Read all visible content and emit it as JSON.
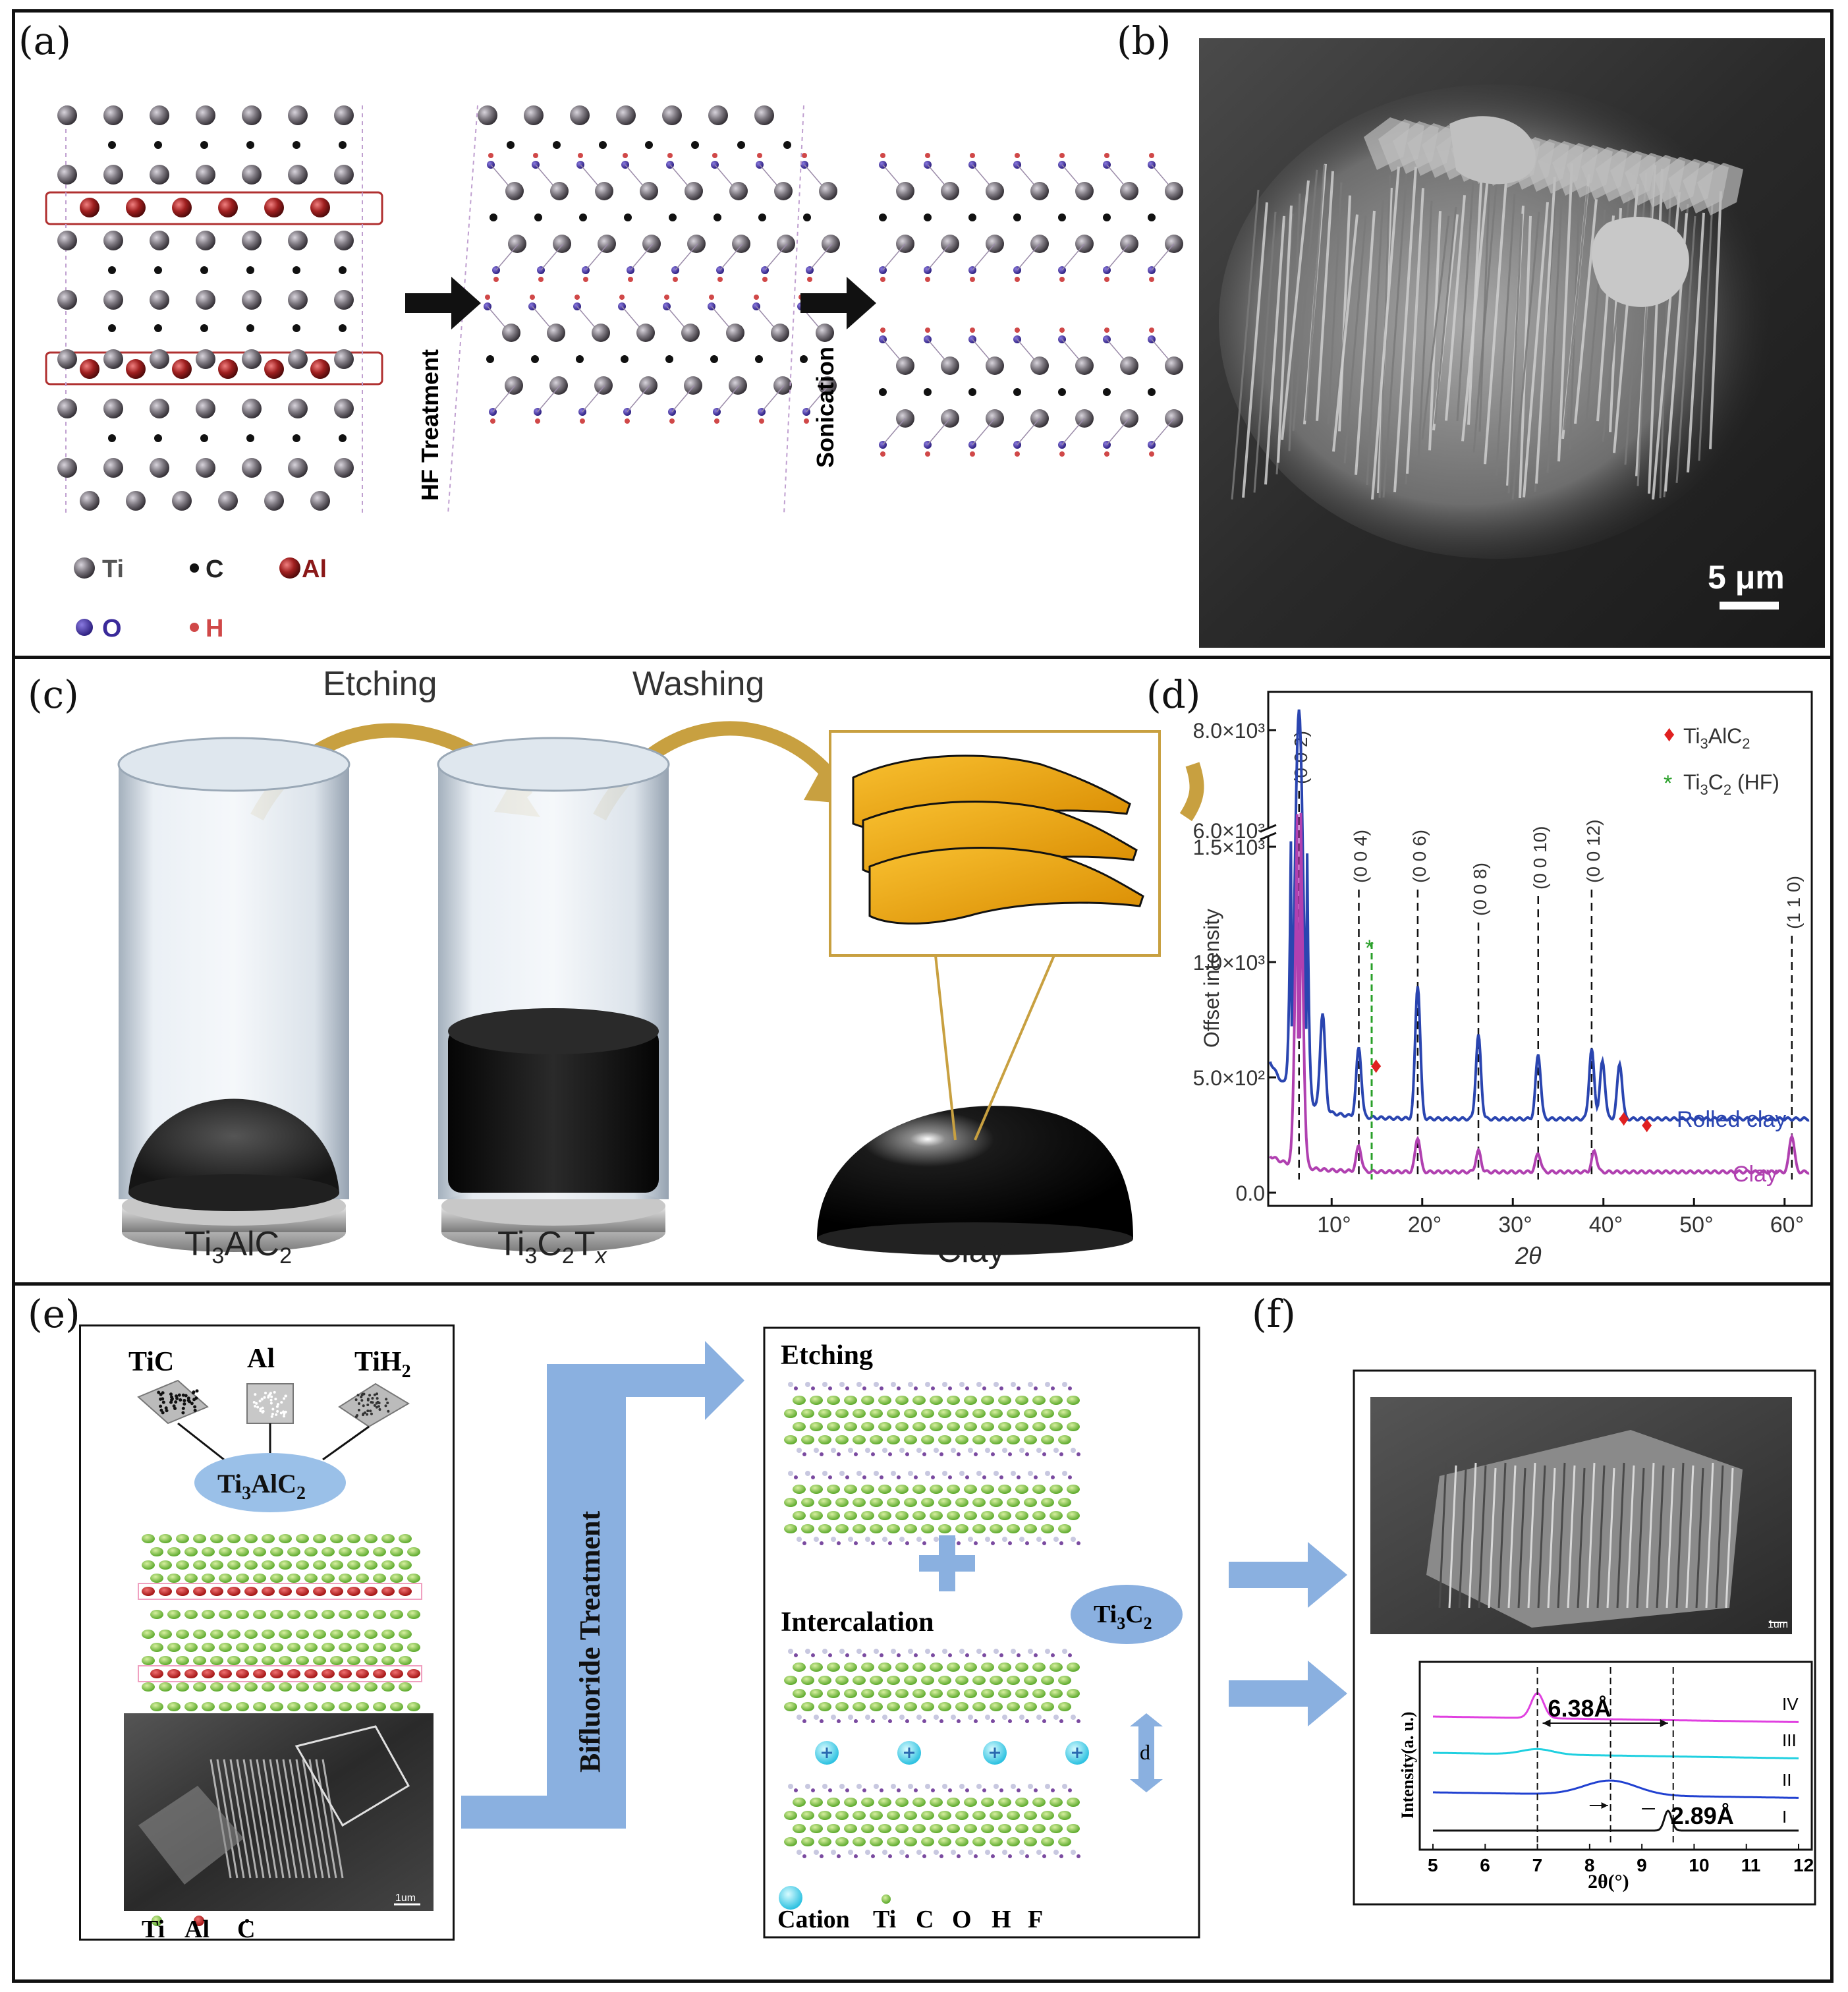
{
  "panels": {
    "a": {
      "label": "(a)",
      "step1": "HF Treatment",
      "step2": "Sonication",
      "legend": [
        {
          "sym": "Ti",
          "color": "#7d7880"
        },
        {
          "sym": "C",
          "color": "#111111"
        },
        {
          "sym": "Al",
          "color": "#a02020"
        },
        {
          "sym": "O",
          "color": "#3a2a9a"
        },
        {
          "sym": "H",
          "color": "#d04848"
        }
      ]
    },
    "b": {
      "label": "(b)",
      "scale": "5 μm"
    },
    "c": {
      "label": "(c)",
      "etching": "Etching",
      "washing": "Washing",
      "v1": "Ti3AlC2",
      "v2": "Ti3C2Tx",
      "v3": "‘Clay’"
    },
    "d": {
      "label": "(d)"
    },
    "e": {
      "label": "(e)",
      "precursors": [
        "TiC",
        "Al",
        "TiH2"
      ],
      "product": "Ti3AlC2",
      "legend": [
        "Ti",
        "Al",
        "C"
      ],
      "treatment": "Bifluoride Treatment",
      "etching": "Etching",
      "intercalation": "Intercalation",
      "ti3c2": "Ti3C2",
      "d": "d",
      "legend2": [
        "Cation",
        "Ti",
        "C",
        "O",
        "H",
        "F"
      ],
      "sem_scale": "1um"
    },
    "f": {
      "label": "(f)",
      "sem_scale": "1um"
    }
  },
  "chart_data": [
    {
      "type": "line",
      "panel": "d",
      "xlabel": "2θ",
      "ylabel": "Offset intensity",
      "xlim": [
        3,
        63
      ],
      "x_ticks": [
        "10°",
        "20°",
        "30°",
        "40°",
        "50°",
        "60°"
      ],
      "y_ticks": [
        "0.0",
        "5.0×10²",
        "1.0×10³",
        "1.5×10³",
        "6.0×10³",
        "8.0×10³"
      ],
      "legend": [
        {
          "marker": "♦",
          "color": "#e02020",
          "label": "Ti3AlC2"
        },
        {
          "marker": "*",
          "color": "#2aa02a",
          "label": "Ti3C2 (HF)"
        }
      ],
      "series": [
        {
          "name": "Rolled clay",
          "color": "#2a45b0",
          "peaks": [
            [
              6.4,
              8000
            ],
            [
              9.0,
              420
            ],
            [
              13.0,
              300
            ],
            [
              19.5,
              580
            ],
            [
              26.2,
              360
            ],
            [
              32.8,
              280
            ],
            [
              38.7,
              300
            ],
            [
              39.9,
              250
            ],
            [
              41.8,
              240
            ]
          ]
        },
        {
          "name": "Clay",
          "color": "#b040b0",
          "peaks": [
            [
              6.4,
              1800
            ],
            [
              13.0,
              110
            ],
            [
              19.5,
              150
            ],
            [
              26.2,
              90
            ],
            [
              32.8,
              80
            ],
            [
              39.0,
              90
            ],
            [
              60.8,
              160
            ]
          ]
        }
      ],
      "annotations": [
        "(0 0 2)",
        "(0 0 4)",
        "(0 0 6)",
        "(0 0 8)",
        "(0 0 10)",
        "(0 0 12)",
        "(1 1 0)"
      ]
    },
    {
      "type": "line",
      "panel": "f",
      "xlabel": "2θ(°)",
      "ylabel": "Intensity(a. u.)",
      "xlim": [
        5,
        12
      ],
      "x_ticks": [
        "5",
        "6",
        "7",
        "8",
        "9",
        "10",
        "11",
        "12"
      ],
      "series": [
        {
          "name": "IV",
          "color": "#e040e0",
          "peak": 7.0
        },
        {
          "name": "III",
          "color": "#20d0e0",
          "peak": 7.0
        },
        {
          "name": "II",
          "color": "#2040d0",
          "peak": 8.4
        },
        {
          "name": "I",
          "color": "#111111",
          "peak": 9.5
        }
      ],
      "annotations": [
        "6.38Å",
        "2.89Å"
      ]
    }
  ]
}
